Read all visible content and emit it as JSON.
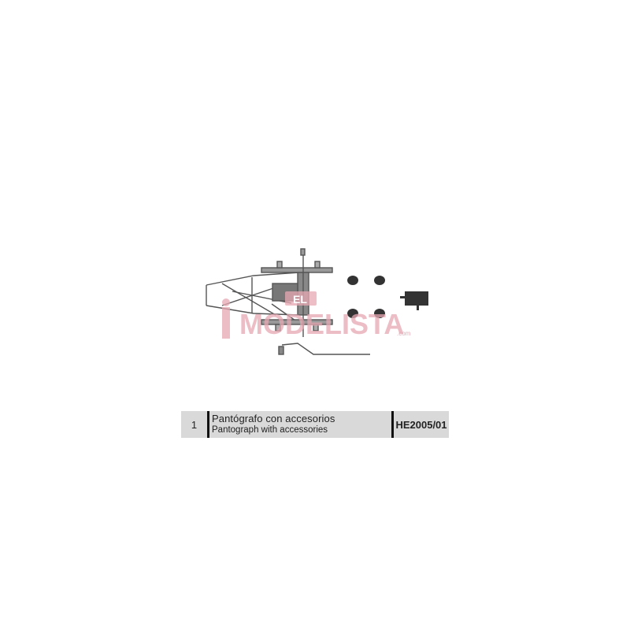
{
  "watermark": {
    "top": "EL",
    "main": "MODELISTA",
    "suffix": ".com",
    "color": "#e8a8b4"
  },
  "illustration": {
    "label": "pantograph-with-accessories",
    "color": "#555555"
  },
  "parts_table": {
    "rows": [
      {
        "number": "1",
        "description_es": "Pantógrafo con accesorios",
        "description_en": "Pantograph with accessories",
        "code": "HE2005/01"
      }
    ]
  }
}
